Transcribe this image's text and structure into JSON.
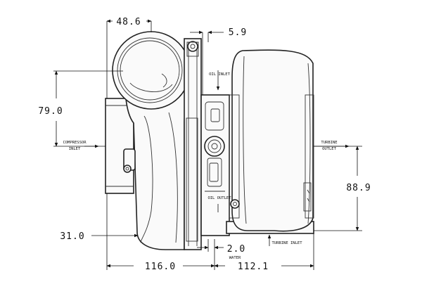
{
  "dimensions": {
    "top_compressor": "48.6",
    "top_oil": "5.9",
    "left_upper": "79.0",
    "left_lower": "31.0",
    "right_turbine": "88.9",
    "bottom_left": "116.0",
    "bottom_right": "112.1",
    "bottom_water": "2.0"
  },
  "labels": {
    "oil_inlet": "OIL INLET",
    "oil_outlet": "OIL OUTLET",
    "compressor_inlet_1": "COMPRESSOR",
    "compressor_inlet_2": "INLET",
    "turbine_outlet_1": "TURBINE",
    "turbine_outlet_2": "OUTLET",
    "turbine_inlet": "TURBINE INLET",
    "water": "WATER"
  }
}
